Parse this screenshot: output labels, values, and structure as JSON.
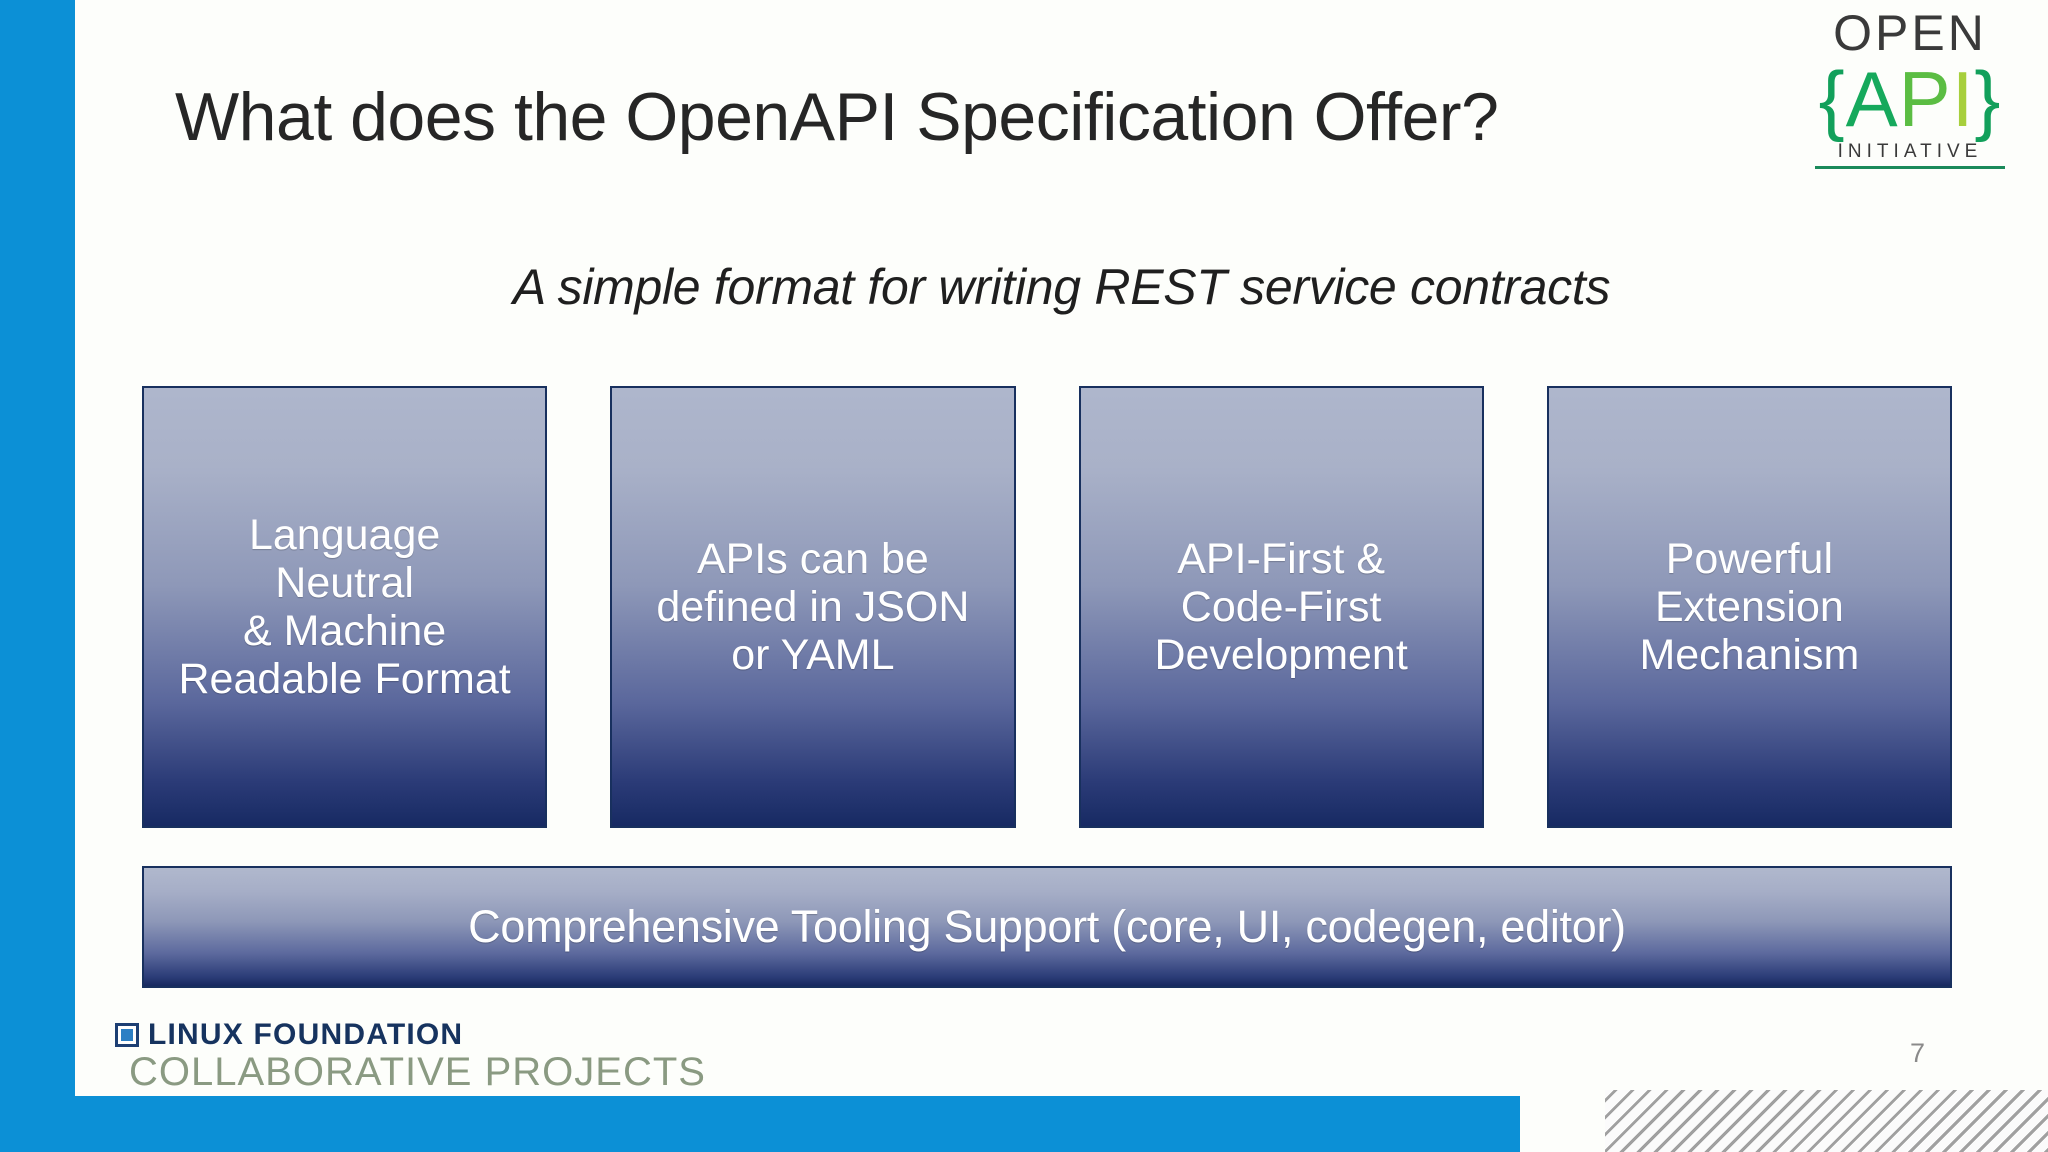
{
  "slide": {
    "title": "What does the OpenAPI Specification Offer?",
    "subtitle": "A simple format for writing REST service contracts",
    "page_number": "7"
  },
  "logo": {
    "open": "OPEN",
    "brace_left": "{",
    "a": "A",
    "p": "P",
    "i": "I",
    "brace_right": "}",
    "initiative": "INITIATIVE"
  },
  "features": [
    {
      "id": "language-neutral",
      "text": "Language\nNeutral\n& Machine\nReadable Format"
    },
    {
      "id": "json-or-yaml",
      "text": "APIs can be\ndefined in JSON\nor YAML"
    },
    {
      "id": "api-first-code-first",
      "text": "API-First &\nCode-First\nDevelopment"
    },
    {
      "id": "extension-mechanism",
      "text": "Powerful\nExtension\nMechanism"
    }
  ],
  "banner": {
    "text": "Comprehensive Tooling Support (core, UI, codegen, editor)"
  },
  "footer_logo": {
    "line1": "LINUX FOUNDATION",
    "line2": "COLLABORATIVE PROJECTS"
  },
  "colors": {
    "accent_blue": "#0c90d6",
    "box_top": "#aeb6cc",
    "box_bottom": "#172a63",
    "box_border": "#18305e",
    "title_text": "#262626",
    "logo_green_a": "#16a95c",
    "logo_green_p": "#5bbd43",
    "logo_green_i": "#a7cf3c",
    "lf_navy": "#16335f",
    "lf_sage": "#8a9a82"
  }
}
